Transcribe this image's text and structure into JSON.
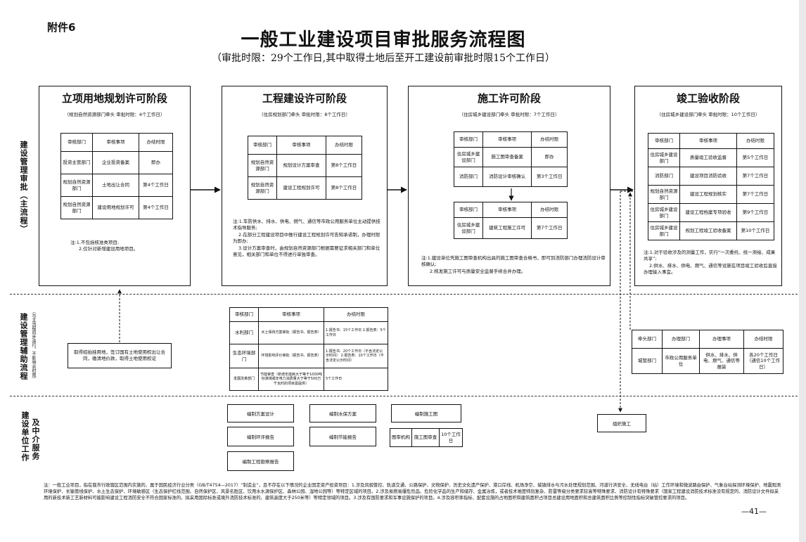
{
  "header": {
    "annex": "附件6",
    "title": "一般工业建设项目审批服务流程图",
    "subtitle": "（审批时限：29个工作日,其中取得土地后至开工建设前审批时限15个工作日）"
  },
  "lanes": {
    "main": "建设管理审批（主流程）",
    "aux": "建设管理辅助流程",
    "aux_note": "（与主流程同步进行，不影响总时限）",
    "unit_a": "建设单位工作",
    "unit_b": "及中介服务"
  },
  "stages": [
    {
      "title": "立项用地规划许可阶段",
      "sub": "（规划自然资源部门牵头 审批时限：4个工作日）",
      "header": [
        "审核部门",
        "审核事项",
        "办结时限"
      ],
      "rows": [
        [
          "投资主管部门",
          "企业投资备案",
          "即办"
        ],
        [
          "规划自然资源部门",
          "土地出让合同",
          "第4个工作日"
        ],
        [
          "规划自然资源部门",
          "建设用地规划许可",
          "第4个工作日"
        ]
      ],
      "notes": [
        "注:1.不包括核准类项目;",
        "2.仅针对新增建设用地项目。"
      ]
    },
    {
      "title": "工程建设许可阶段",
      "sub": "（住房规划部门牵头 审批时限：8个工作日）",
      "header": [
        "审核部门",
        "审核事项",
        "办结时限"
      ],
      "rows": [
        [
          "规划自然资源部门",
          "规划设计方案审查",
          "第8个工作日"
        ],
        [
          "规划自然资源部门",
          "建设工程规划许可",
          "第8个工作日"
        ]
      ],
      "notes": [
        "注:1.车防供水、排水、供电、燃气、通信等市政公用服务单位主动提供技术指导服务;",
        "2.在部分工程建设项目中推行建设工程规划许可告知承诺制，办理时限为即办;",
        "3.设计方案审查时，由规划自然资源部门根据需要征求相关部门和单位意见，相关部门和单位不得进行单独审查。"
      ]
    },
    {
      "title": "施工许可阶段",
      "sub": "（住房城乡建设部门牵头 审批时限：7个工作日）",
      "header": [
        "审核部门",
        "审核事项",
        "办结时限"
      ],
      "rows": [
        [
          "住房城乡建设部门",
          "施工图审查备案",
          "即办"
        ],
        [
          "消防部门",
          "消防设计审核确认",
          "第3个工作日"
        ]
      ],
      "header2": [
        "审核部门",
        "审核事项",
        "办结时限"
      ],
      "rows2": [
        [
          "住房城乡建设部门",
          "建筑工程施工许可",
          "第7个工作日"
        ]
      ],
      "notes": [
        "注:1.建设单位凭施工图审查机构出具的施工图审查合格书，即可到消防部门办理消防设计审核确认;",
        "2.核发施工许可与质量安全监督手续合并办理。"
      ]
    },
    {
      "title": "竣工验收阶段",
      "sub": "（住房城乡建设部门牵头 审批时限：10个工作日）",
      "header": [
        "审核部门",
        "审核事项",
        "办结时限"
      ],
      "rows": [
        [
          "住房城乡建设部门",
          "质量竣工验收监督",
          "第5个工作日"
        ],
        [
          "消防部门",
          "建设项目消防验收",
          "第7个工作日"
        ],
        [
          "规划自然资源部门",
          "建设工程规划核实",
          "第7个工作日"
        ],
        [
          "住房城乡建设部门",
          "建设工程档案专项验收",
          "第9个工作日"
        ],
        [
          "住房城乡建设部门",
          "规划工程竣工验收备案",
          "第10个工作日"
        ]
      ],
      "notes": [
        "注:1.对于验收涉及的测量工作，实行“一次委托、统一测绘、成果共享”;",
        "2.供水、排水、供电、燃气、通信等设施在项目竣工验收后直接办理接入事宜。"
      ]
    }
  ],
  "aux_land": "取得招拍挂用地，签订国有土地使用权出让合同，缴清地价款，取得土地使用权证",
  "aux_table": {
    "header": [
      "审核部门",
      "审核事项",
      "办结时限"
    ],
    "rows": [
      [
        "水利部门",
        "水土保持方案审批（报告书、报告表）",
        "1.报告书：15个工作日 2.报告表：5个工作日"
      ],
      [
        "生态环境部门",
        "环境影响评价审批（报告书、报告表）",
        "1.报告书：20个工作日（不含法定公示时间） 2.报告表：10个工作日（不含法定公示时间）"
      ],
      [
        "发展改革部门",
        "节能审查（新增年能耗大于等于1000吨标准煤或年电力消费量大于等于500万千瓦时的项目需提供）",
        "5个工作日"
      ]
    ]
  },
  "aux_table_right": {
    "header": [
      "牵头部门",
      "办理部门",
      "办理事项",
      "办结时限"
    ],
    "row": [
      "城管部门",
      "市政公用服务单位",
      "供水、排水、供电、燃气、通信等报装",
      "各20个工作日（通信10个工作日）"
    ]
  },
  "unit_boxes": {
    "b1": "编制方案设计",
    "b2": "编制水保方案",
    "b3": "编制施工图",
    "b4": "编制环评报告",
    "b5": "编制节能报告",
    "b6": "编制工程勘察报告",
    "review": [
      "图审机构",
      "施工图审查",
      "10个工作日"
    ],
    "construct": "组织施工"
  },
  "footnote": "注：一般工业项目，指在我市行政辖区范围内实施的、属于国民经济行业分类（GB/T4754—2017）“制造业”，且不存在以下情况的企业固定资产投资项目：1.涉及风貌管控、轨道交通、公路保护、文物保护、历史文化遗产保护、港口岸线、机场净空、城镇排水与污水处理规划范围、河道行洪安全、无线电台（站）工作环境和微波路由保护、气象台站探测环境保护、地震观测环境保护、长输管线保护、水土生态保护、环境敏感区（生态保护红线范围、自然保护区、风景名胜区、饮用水水源保护区、森林公园、湿地公园等）等特定区域的项目。2.涉及易燃易爆危险品、危险化学品的生产和储存、金属冶炼，或者技术难度特别复杂、防雷等级分类要求较高等特殊要求、消防设计有特殊要求（国家工程建设消防技术标准没有规定的、消防设计文件拟采用的新技术新工艺新材料可能影响建设工程消防安全不符合国家标准的、拟采用国际标准或境外消防技术标准的、建筑高度大于250米等）等特定领域的项目。3.涉及有国防要求和军事设施保护的项目。4.涉及容积率指标、配套设施的占地面积和建筑面积占项目总建设用地面积和总建筑面积比例等控制性指标突破管控要求的项目。",
  "page_no": "—41—"
}
